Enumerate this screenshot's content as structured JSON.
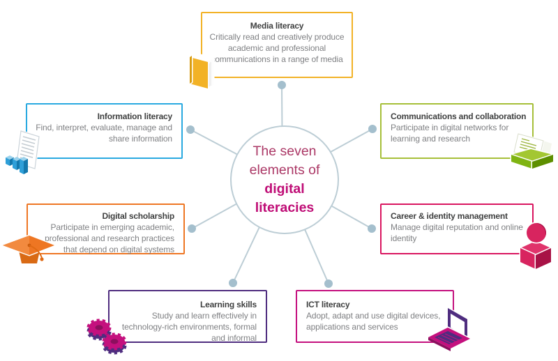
{
  "hub": {
    "line1": "The seven",
    "line2": "elements of",
    "line3": "digital",
    "line4": "literacies"
  },
  "theme": {
    "connector_line": "#bccdd5",
    "connector_dot": "#a4bfcd",
    "hub_text_regular": "#ab3866",
    "hub_text_bold": "#bf0d76",
    "title_text": "#3f4040",
    "body_text": "#7f8083"
  },
  "nodes": [
    {
      "id": "media-literacy",
      "title": "Media literacy",
      "description": "Critically read and creatively produce academic and professional communications in a range of media",
      "color": "#f2b226",
      "icon": "book-icon"
    },
    {
      "id": "information-literacy",
      "title": "Information literacy",
      "description": "Find, interpret, evaluate, manage and share information",
      "color": "#29a9e0",
      "icon": "document-chart-icon"
    },
    {
      "id": "communications-and-collaboration",
      "title": "Communications and collaboration",
      "description": "Participate in digital networks for learning and research",
      "color": "#a6bf39",
      "icon": "letter-tray-icon"
    },
    {
      "id": "digital-scholarship",
      "title": "Digital scholarship",
      "description": "Participate in emerging academic, professional and research practices that depend on digital systems",
      "color": "#ee7623",
      "icon": "graduation-cap-icon"
    },
    {
      "id": "career-identity-management",
      "title": "Career & identity management",
      "description": "Manage digital reputation and online identity",
      "color": "#d9155f",
      "icon": "person-icon"
    },
    {
      "id": "learning-skills",
      "title": "Learning skills",
      "description": "Study and learn effectively in technology-rich environments, formal and informal",
      "color": "#4f2d7f",
      "icon": "gears-icon"
    },
    {
      "id": "ict-literacy",
      "title": "ICT literacy",
      "description": "Adopt, adapt and use digital devices, applications and services",
      "color": "#c4107e",
      "icon": "laptop-icon"
    }
  ]
}
